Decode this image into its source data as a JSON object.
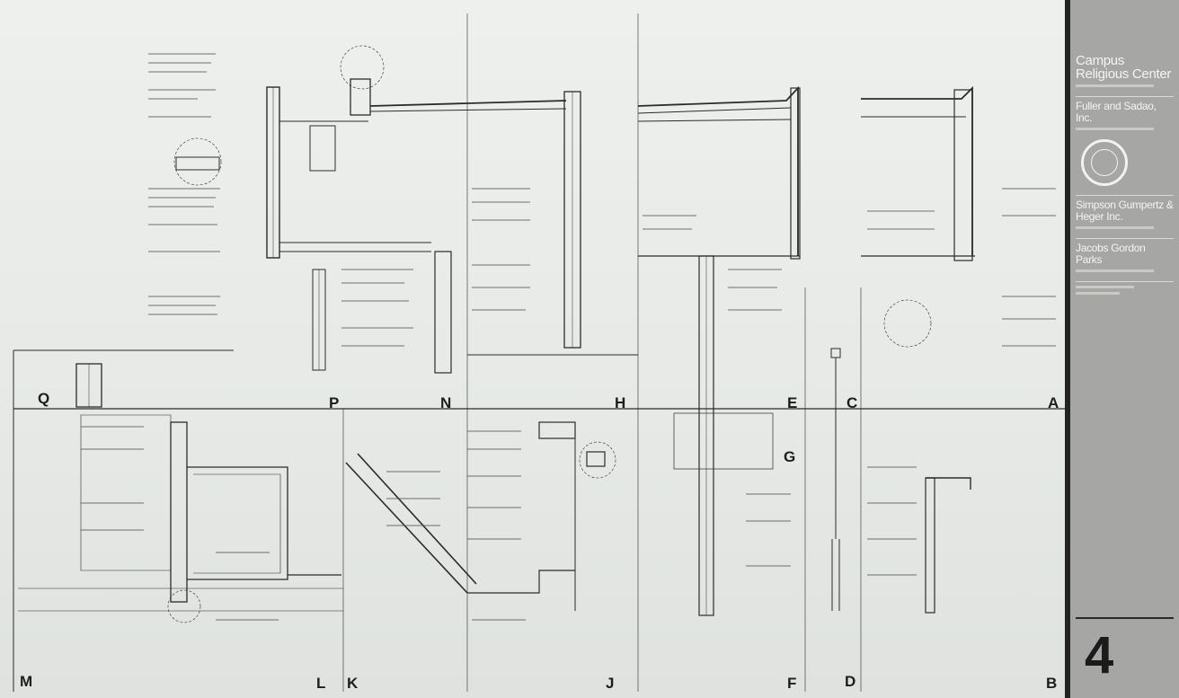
{
  "sheet": {
    "grid_labels": [
      "Q",
      "P",
      "N",
      "H",
      "E",
      "C",
      "A",
      "M",
      "L",
      "K",
      "J",
      "F",
      "D",
      "B",
      "G"
    ],
    "background": "#e9ebe8",
    "line_color": "#2b2b2b"
  },
  "title_block": {
    "project": "Campus Religious Center",
    "architect": "Fuller and Sadao, Inc.",
    "engineer": "Simpson Gumpertz & Heger Inc.",
    "consultant": "Jacobs Gordon Parks",
    "sheet_number": "4",
    "background": "#a6a7a4",
    "seal_icon": "seal-icon"
  }
}
